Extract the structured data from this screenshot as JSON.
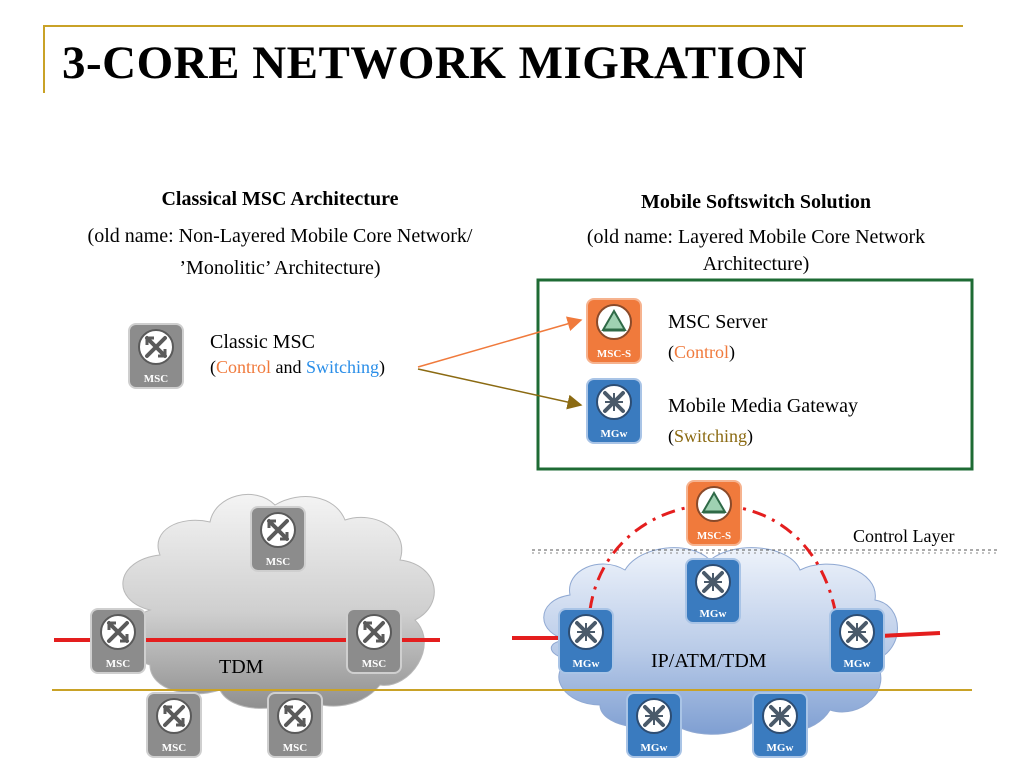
{
  "title": "3-CORE NETWORK MIGRATION",
  "left_section": {
    "heading": "Classical MSC Architecture",
    "subtitle_line1": "(old name: Non-Layered Mobile Core Network/",
    "subtitle_line2": "’Monolitic’ Architecture)",
    "node_label": "Classic MSC",
    "node_detail_open": "(",
    "node_detail_control": "Control",
    "node_detail_and": " and ",
    "node_detail_switching": "Switching",
    "node_detail_close": ")"
  },
  "right_section": {
    "heading": "Mobile Softswitch Solution",
    "subtitle_line1": "(old name: Layered Mobile Core Network",
    "subtitle_line2": "Architecture)",
    "server_label": "MSC Server",
    "server_detail_open": "(",
    "server_detail": "Control",
    "server_detail_close": ")",
    "gateway_label": "Mobile Media Gateway",
    "gateway_detail_open": "(",
    "gateway_detail": "Switching",
    "gateway_detail_close": ")"
  },
  "icons": {
    "msc": "MSC",
    "msc_s": "MSC-S",
    "mgw": "MGw"
  },
  "clouds": {
    "tdm": "TDM",
    "ip": "IP/ATM/TDM",
    "control_layer": "Control Layer"
  },
  "colors": {
    "accent_gold": "#c9a227",
    "control_orange": "#f07a3c",
    "switching_blue": "#2a8ee8",
    "switching_olive": "#8b6a12",
    "box_green": "#1e6b34",
    "link_red": "#e41e1e",
    "msc_gray": "#8c8c8c",
    "mgw_blue": "#3a7bbf",
    "msc_s_orange": "#f07a3c"
  }
}
